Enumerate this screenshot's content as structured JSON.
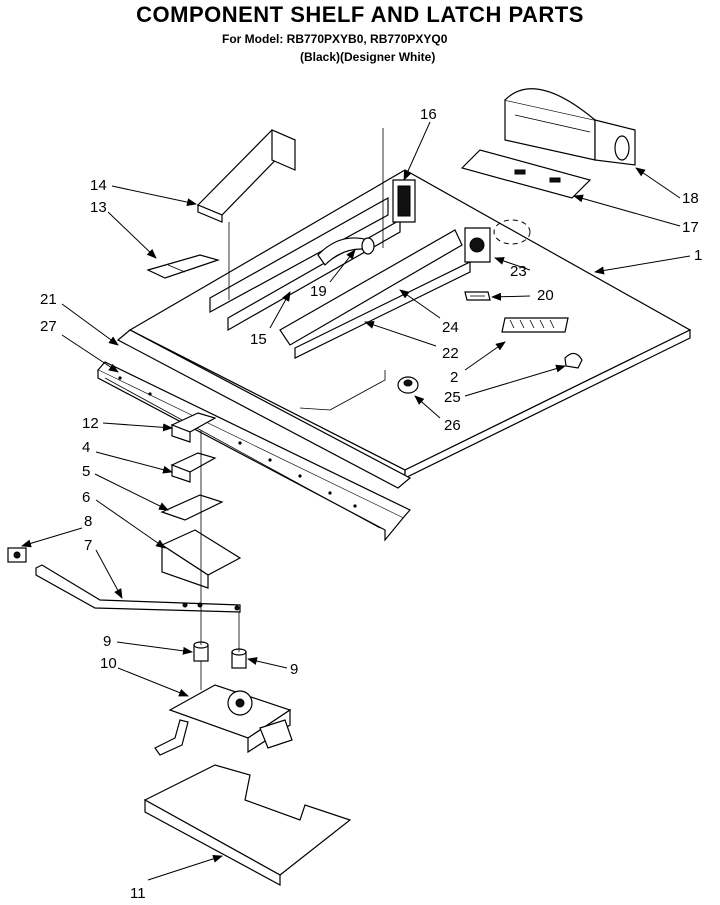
{
  "header": {
    "title": "COMPONENT SHELF AND LATCH PARTS",
    "model_line": "For Model: RB770PXYB0, RB770PXYQ0",
    "variant_line": "(Black)(Designer White)"
  },
  "callouts": {
    "c1": "1",
    "c2": "2",
    "c4": "4",
    "c5": "5",
    "c6": "6",
    "c7": "7",
    "c8": "8",
    "c9a": "9",
    "c9b": "9",
    "c10": "10",
    "c11": "11",
    "c12": "12",
    "c13": "13",
    "c14": "14",
    "c15": "15",
    "c16": "16",
    "c17": "17",
    "c18": "18",
    "c19": "19",
    "c20": "20",
    "c21": "21",
    "c22": "22",
    "c23": "23",
    "c24": "24",
    "c25": "25",
    "c26": "26",
    "c27": "27"
  }
}
